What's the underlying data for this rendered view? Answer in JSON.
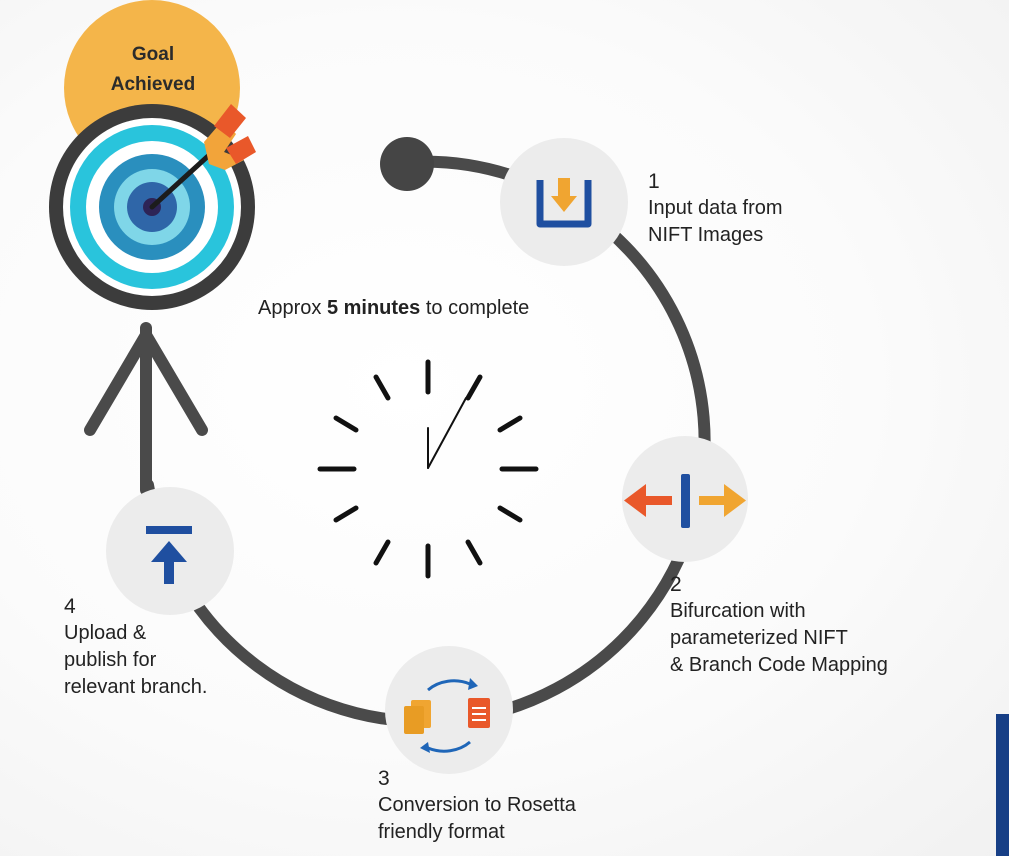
{
  "goal": {
    "line1": "Goal",
    "line2": "Achieved"
  },
  "caption": {
    "prefix": "Approx ",
    "bold": "5 minutes",
    "suffix": " to complete"
  },
  "steps": [
    {
      "number": "1",
      "lines": [
        "Input data from",
        "NIFT Images"
      ],
      "icon": "download-tray-icon"
    },
    {
      "number": "2",
      "lines": [
        "Bifurcation with",
        "parameterized NIFT",
        "& Branch Code Mapping"
      ],
      "icon": "split-arrows-icon"
    },
    {
      "number": "3",
      "lines": [
        "Conversion to Rosetta",
        "friendly format"
      ],
      "icon": "document-convert-icon"
    },
    {
      "number": "4",
      "lines": [
        "Upload &",
        "publish for",
        "relevant branch."
      ],
      "icon": "upload-icon"
    }
  ],
  "colors": {
    "track": "#4a4a4a",
    "accent_blue": "#1f4fa0",
    "accent_orange": "#f0a531",
    "arrow_red": "#e9582a",
    "goal_circle": "#f4b54a",
    "target_cyan": "#29c4dc",
    "corner_bar": "#173f86"
  }
}
